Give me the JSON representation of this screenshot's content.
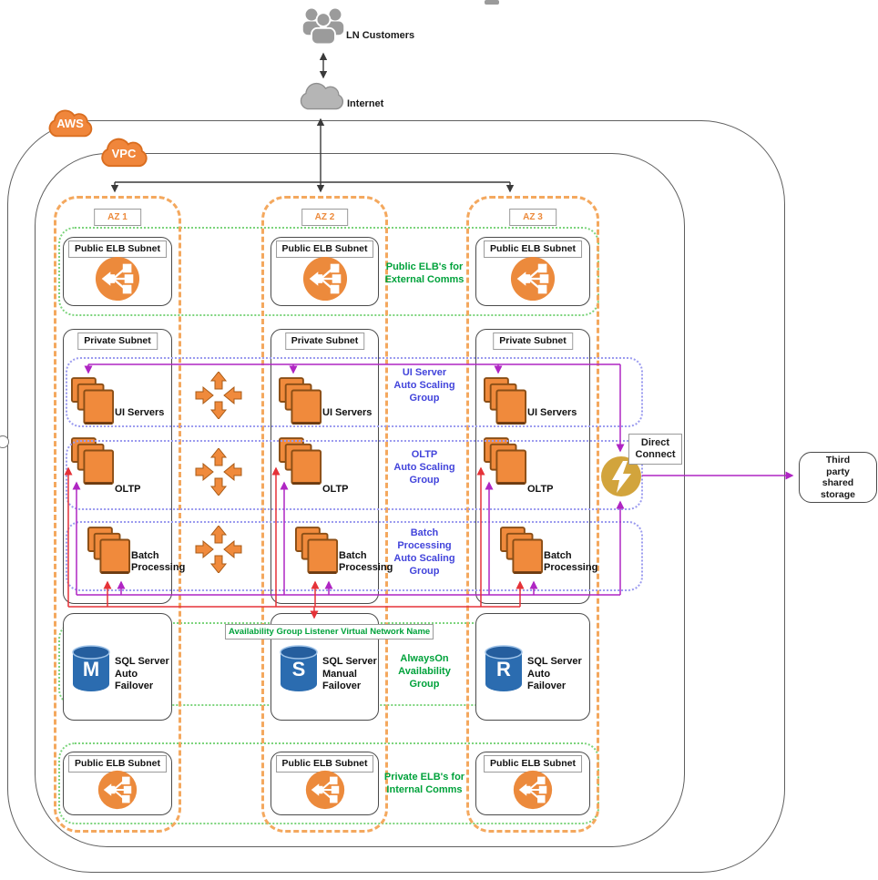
{
  "external": {
    "customers": "LN Customers",
    "internet": "Internet"
  },
  "clouds": {
    "aws": "AWS",
    "vpc": "VPC"
  },
  "azs": [
    {
      "name": "AZ 1",
      "top_subnet": "Public ELB Subnet",
      "private_subnet": "Private Subnet",
      "ui": "UI Servers",
      "oltp": "OLTP",
      "batch": "Batch\nProcessing",
      "sql_letter": "M",
      "sql_name": "SQL Server",
      "sql_mode": "Auto Failover",
      "bottom_subnet": "Public ELB Subnet"
    },
    {
      "name": "AZ 2",
      "top_subnet": "Public ELB Subnet",
      "private_subnet": "Private Subnet",
      "ui": "UI Servers",
      "oltp": "OLTP",
      "batch": "Batch\nProcessing",
      "sql_letter": "S",
      "sql_name": "SQL Server",
      "sql_mode": "Manual Failover",
      "bottom_subnet": "Public ELB Subnet"
    },
    {
      "name": "AZ 3",
      "top_subnet": "Public ELB Subnet",
      "private_subnet": "Private Subnet",
      "ui": "UI Servers",
      "oltp": "OLTP",
      "batch": "Batch\nProcessing",
      "sql_letter": "R",
      "sql_name": "SQL Server",
      "sql_mode": "Auto Failover",
      "bottom_subnet": "Public ELB Subnet"
    }
  ],
  "annotations": {
    "external_comms": "Public ELB's for\nExternal Comms",
    "ui_asg": "UI Server\nAuto Scaling\nGroup",
    "oltp_asg": "OLTP\nAuto Scaling\nGroup",
    "batch_asg": "Batch\nProcessing\nAuto Scaling\nGroup",
    "ag_listener": "Availability Group Listener Virtual Network Name",
    "alwayson": "AlwaysOn\nAvailability\nGroup",
    "internal_comms": "Private ELB's for\nInternal Comms"
  },
  "right": {
    "direct_connect": "Direct\nConnect",
    "storage": "Third\nparty\nshared\nstorage"
  },
  "colors": {
    "orange": "#EC8A3C",
    "orange_dash": "#F4A85E",
    "green_text": "#00A23B",
    "green_dot": "#7CD47C",
    "blue_text": "#4244DB",
    "blue_dot": "#9B9BEF",
    "purple": "#AF25C3",
    "red": "#E53238",
    "gold": "#D2A43C",
    "sql_blue": "#2B6CB0",
    "gray_icon": "#9B9B9B",
    "line": "#3A3A3A"
  }
}
